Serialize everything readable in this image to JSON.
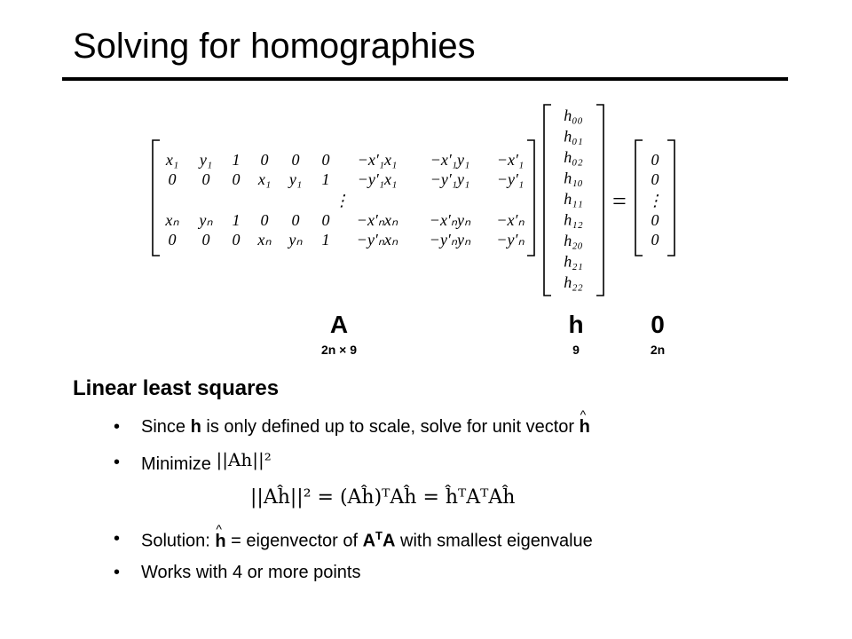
{
  "title": "Solving for homographies",
  "equation": {
    "matrix_A_rows": [
      [
        "x₁",
        "y₁",
        "1",
        "0",
        "0",
        "0",
        "−x′₁x₁",
        "−x′₁y₁",
        "−x′₁"
      ],
      [
        "0",
        "0",
        "0",
        "x₁",
        "y₁",
        "1",
        "−y′₁x₁",
        "−y′₁y₁",
        "−y′₁"
      ],
      [
        "⋮"
      ],
      [
        "xₙ",
        "yₙ",
        "1",
        "0",
        "0",
        "0",
        "−x′ₙxₙ",
        "−x′ₙyₙ",
        "−x′ₙ"
      ],
      [
        "0",
        "0",
        "0",
        "xₙ",
        "yₙ",
        "1",
        "−y′ₙxₙ",
        "−y′ₙyₙ",
        "−y′ₙ"
      ]
    ],
    "vector_h": [
      "h₀₀",
      "h₀₁",
      "h₀₂",
      "h₁₀",
      "h₁₁",
      "h₁₂",
      "h₂₀",
      "h₂₁",
      "h₂₂"
    ],
    "vector_0": [
      "0",
      "0",
      "⋮",
      "0",
      "0"
    ],
    "equals": "=",
    "label_A": "A",
    "dim_A": "2n × 9",
    "label_h": "h",
    "dim_h": "9",
    "label_0": "0",
    "dim_0": "2n"
  },
  "section": {
    "heading": "Linear least squares",
    "bullets": {
      "b1_pre": "Since ",
      "b1_h": "h",
      "b1_mid": " is only defined up to scale, solve for unit vector ",
      "b1_hhat": "h",
      "b2": "Minimize ",
      "b2_formula": "||Ah||²",
      "expansion": "||Aĥ||² = (Aĥ)ᵀAĥ = ĥᵀAᵀAĥ",
      "b3_pre": "Solution: ",
      "b3_hhat": "h",
      "b3_mid": " = eigenvector of ",
      "b3_A1": "A",
      "b3_T": "T",
      "b3_A2": "A",
      "b3_post": " with smallest eigenvalue",
      "b4": "Works with 4 or more points"
    },
    "bullet_glyph": "•"
  }
}
